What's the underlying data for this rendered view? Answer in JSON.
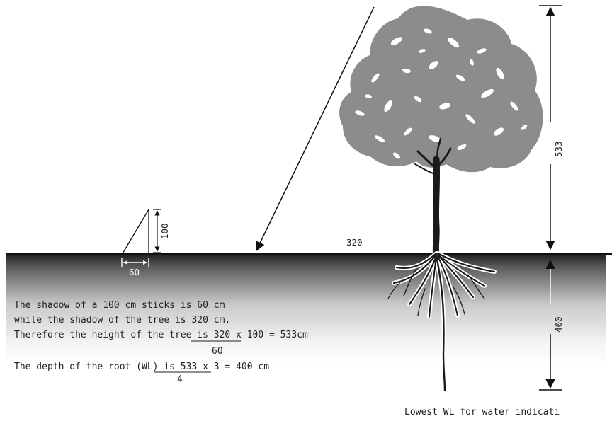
{
  "labels": {
    "stick_height": "100",
    "stick_shadow": "60",
    "tree_shadow": "320",
    "tree_height": "533",
    "root_depth": "400",
    "footer": "Lowest WL for water indicati"
  },
  "text_lines": {
    "line1": "The shadow of a 100 cm sticks is 60 cm",
    "line2": "while the shadow of the tree is 320 cm.",
    "line3": "Therefore the height of the tree is 320 x 100 = 533cm",
    "line3_denominator": "60",
    "line4": "The depth of the root (WL) is 533 x 3 = 400 cm",
    "line4_denominator": "4"
  },
  "colors": {
    "ground_top": "#1a1a1a",
    "ground_bottom": "#ffffff",
    "canopy": "#8c8c8c",
    "trunk": "#1a1a1a",
    "line": "#111111"
  }
}
